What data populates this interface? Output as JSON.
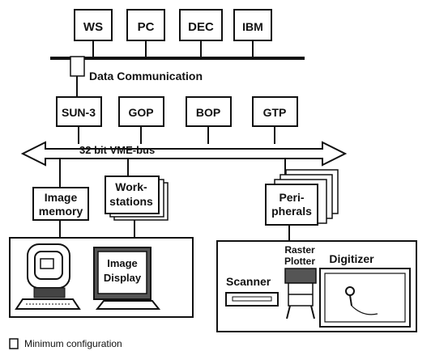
{
  "hosts": [
    "WS",
    "PC",
    "DEC",
    "IBM"
  ],
  "network_label": "Data Communication",
  "processors": [
    "SUN-3",
    "GOP",
    "BOP",
    "GTP"
  ],
  "bus_label": "32 bit VME-bus",
  "modules": {
    "image_memory": [
      "Image",
      "memory"
    ],
    "workstations": [
      "Work-",
      "stations"
    ],
    "peripherals": [
      "Peri-",
      "pherals"
    ]
  },
  "image_display": [
    "Image",
    "Display"
  ],
  "devices": {
    "scanner": "Scanner",
    "raster_plotter": [
      "Raster",
      "Plotter"
    ],
    "digitizer": "Digitizer"
  },
  "legend_label": "Minimum configuration"
}
